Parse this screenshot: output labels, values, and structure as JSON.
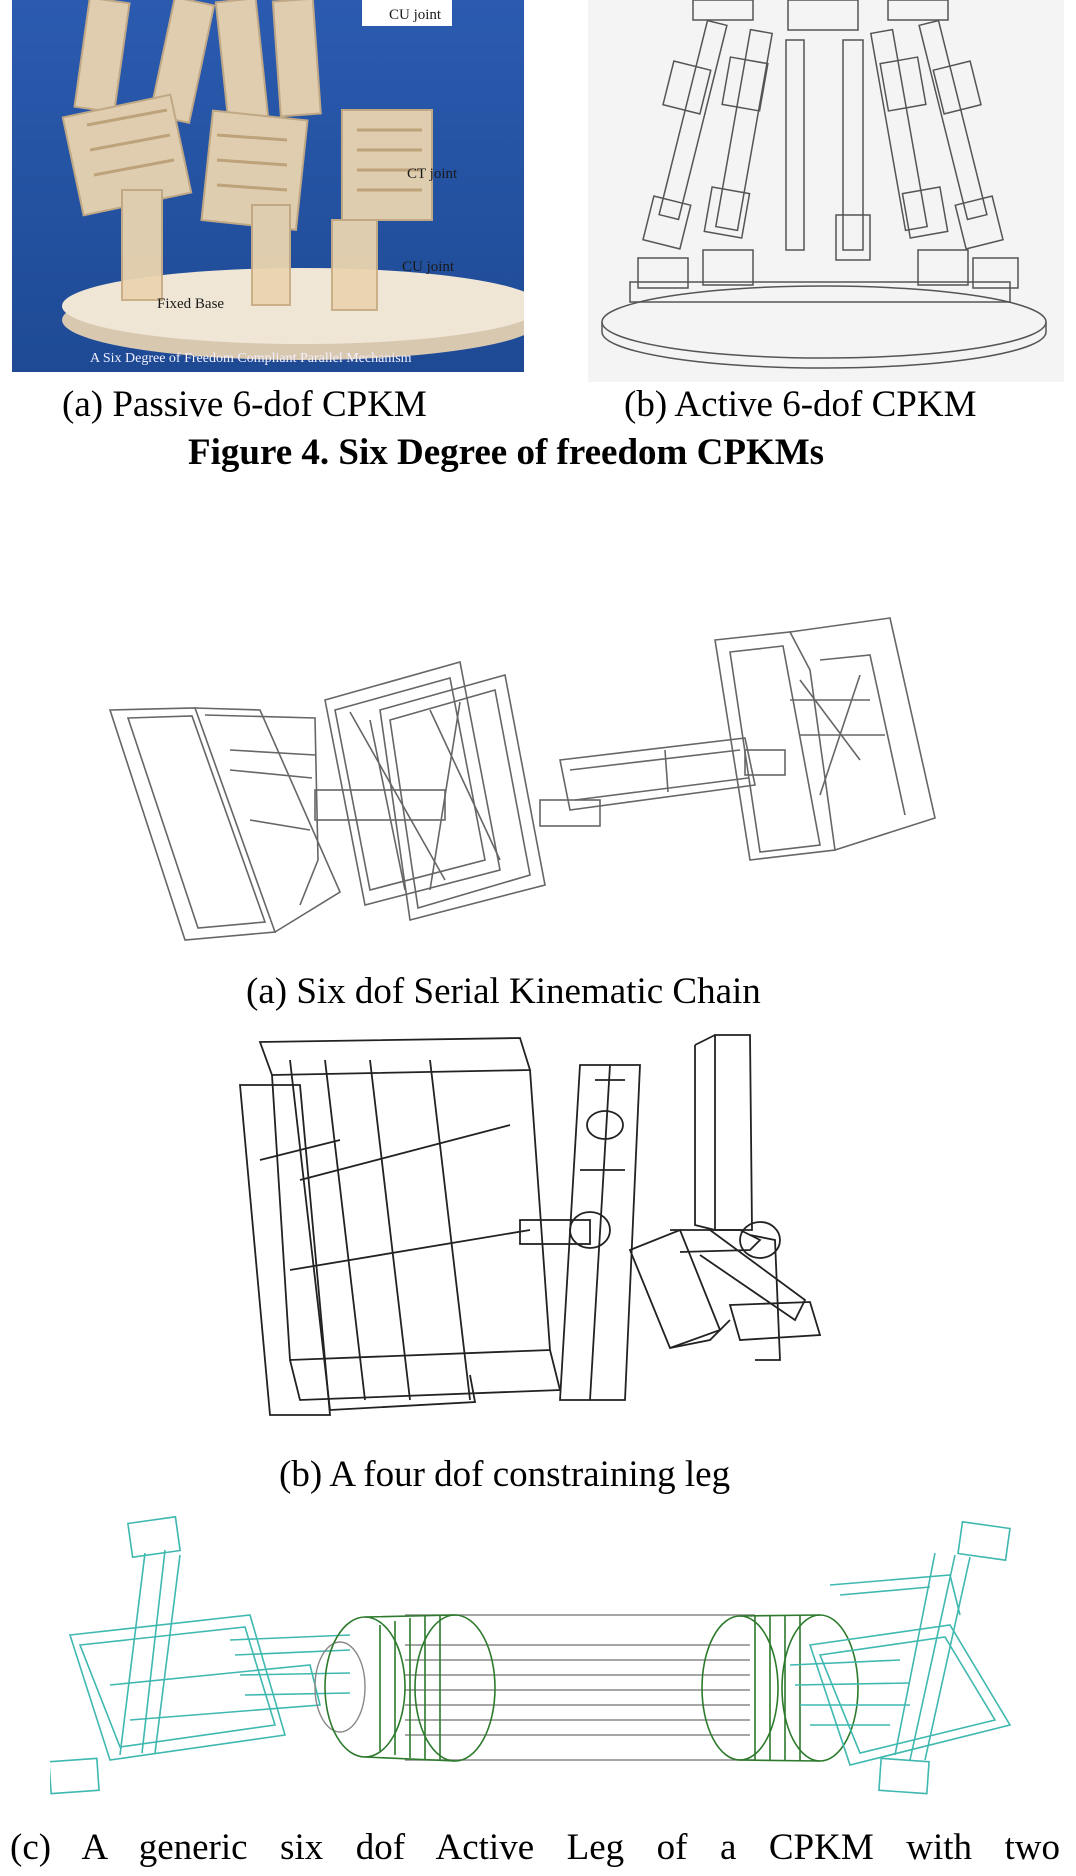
{
  "figure4": {
    "photo_labels": {
      "cu_joint_top": "CU joint",
      "ct_joint": "CT joint",
      "cu_joint_bottom": "CU joint",
      "fixed_base": "Fixed Base",
      "photo_caption": "A Six Degree of Freedom Compliant Parallel Mechanism"
    },
    "caption_a": "(a) Passive 6-dof CPKM",
    "caption_b": "(b) Active 6-dof CPKM",
    "title": "Figure 4. Six Degree of freedom CPKMs"
  },
  "figure5": {
    "caption_a": "(a) Six dof Serial Kinematic Chain",
    "caption_b": "(b) A four dof constraining leg",
    "caption_c": "(c) A generic six dof Active Leg of a CPKM with two"
  },
  "colors": {
    "photo_bg": "#2a5aa8",
    "photo_part": "#ecd8b8",
    "line_art": "#555555",
    "teal": "#3fb8b0",
    "green": "#2d7a2d"
  }
}
